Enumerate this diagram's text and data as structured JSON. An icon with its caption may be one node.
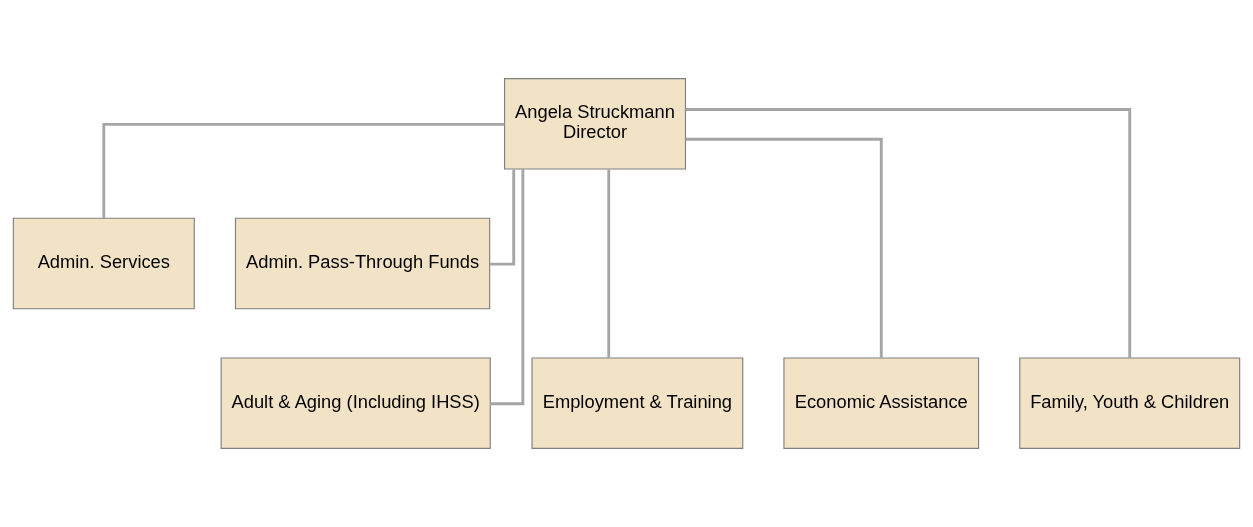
{
  "diagram": {
    "nodes": [
      {
        "text": [
          "Angela Struckmann",
          "Director"
        ]
      },
      {
        "text": [
          "Admin. Services"
        ]
      },
      {
        "text": [
          "Admin. Pass-Through Funds"
        ]
      },
      {
        "text": [
          "Adult & Aging (Including IHSS)"
        ]
      },
      {
        "text": [
          "Employment & Training"
        ]
      },
      {
        "text": [
          "Economic Assistance"
        ]
      },
      {
        "text": [
          "Family, Youth & Children"
        ]
      }
    ],
    "edges": [
      {
        "from": 0,
        "to": 1,
        "arrow": "none"
      },
      {
        "from": 0,
        "to": 2,
        "arrow": "none"
      },
      {
        "from": 0,
        "to": 3,
        "arrow": "none"
      },
      {
        "from": 0,
        "to": 4,
        "arrow": "none"
      },
      {
        "from": 0,
        "to": 5,
        "arrow": "none"
      },
      {
        "from": 0,
        "to": 6,
        "arrow": "none"
      }
    ]
  }
}
